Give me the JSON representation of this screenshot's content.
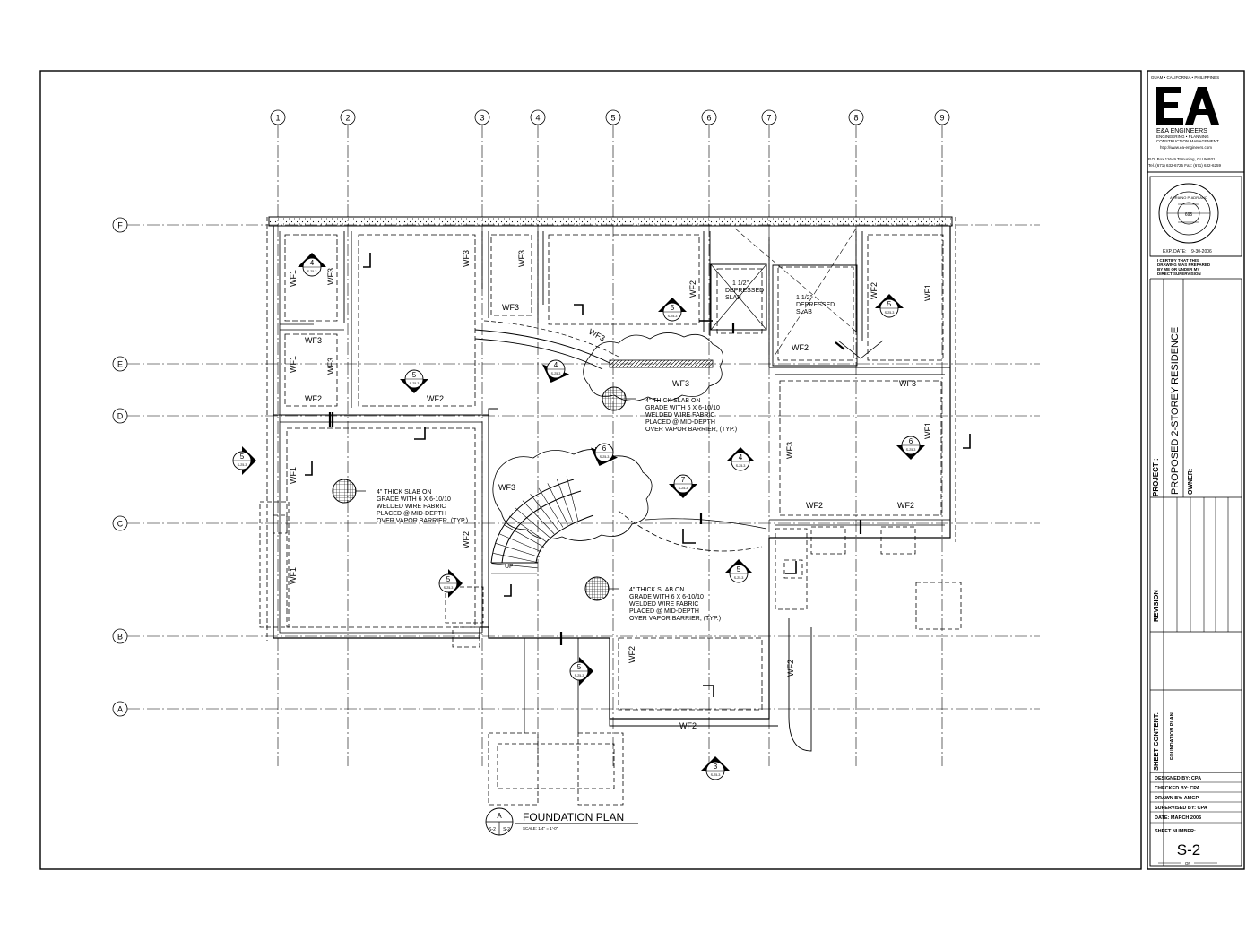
{
  "plan": {
    "grid_columns": [
      "1",
      "2",
      "3",
      "4",
      "5",
      "6",
      "7",
      "8",
      "9"
    ],
    "grid_rows": [
      "F",
      "E",
      "D",
      "C",
      "B",
      "A"
    ],
    "footings": {
      "wf1": "WF1",
      "wf2": "WF2",
      "wf3": "WF3"
    },
    "notes": {
      "slab_note": [
        "4\" THICK SLAB ON",
        "GRADE WITH 6 X 6-10/10",
        "WELDED WIRE FABRIC",
        "PLACED @ MID-DEPTH",
        "OVER VAPOR BARRIER, (TYP.)"
      ],
      "depressed_1": [
        "1 1/2\"",
        "DEPRESSED",
        "SLAB"
      ],
      "depressed_2": [
        "1 1/2\"",
        "DEPRESSED",
        "SLAB"
      ],
      "up": "UP"
    },
    "section_marks": {
      "s5": "5",
      "s4": "4",
      "s6": "6",
      "s7": "7",
      "s3": "3",
      "ref": "S-25-3"
    },
    "title": {
      "label": "FOUNDATION PLAN",
      "scale": "SCALE: 1/4\" = 1'-0\"",
      "bubble_letter": "A",
      "bubble_ref_left": "S-2",
      "bubble_ref_right": "S-2"
    }
  },
  "title_block": {
    "locations": "GUAM • CALIFORNIA • PHILIPPINES",
    "logo": "EA",
    "company": "E&A ENGINEERS",
    "services_1": "ENGINEERING  •  PLANNING",
    "services_2": "CONSTRUCTION MANAGEMENT",
    "website": "http://www.ea-engineers.com",
    "address": "P.O. Box 11649 Tamuning, GU 96931",
    "phone": "Tel. (671) 632-6725  Fax: (671) 632-6259",
    "seal_text": "ADRIANO P. ADRIANO",
    "seal_number": "695",
    "exp_date_label": "EXP. DATE:",
    "exp_date_value": "9-30-2006",
    "certify": [
      "I CERTIFY THAT THIS",
      "DRAWING WAS PREPARED",
      "BY ME OR UNDER MY",
      "DIRECT SUPERVISION"
    ],
    "project_label": "PROJECT :",
    "project_name": "PROPOSED 2-STOREY RESIDENCE",
    "owner_label": "OWNER:",
    "revision_label": "REVISION",
    "sheet_content_label": "SHEET CONTENT:",
    "sheet_content_value": "FOUNDATION PLAN",
    "designed_by": "DESIGNED BY: CPA",
    "checked_by": "CHECKED BY: CPA",
    "drawn_by": "DRAWN BY: AMGP",
    "supervised_by": "SUPERVISED BY: CPA",
    "date": "DATE: MARCH 2006",
    "sheet_number_label": "SHEET NUMBER:",
    "sheet_number": "S-2",
    "of_label": "OF"
  }
}
